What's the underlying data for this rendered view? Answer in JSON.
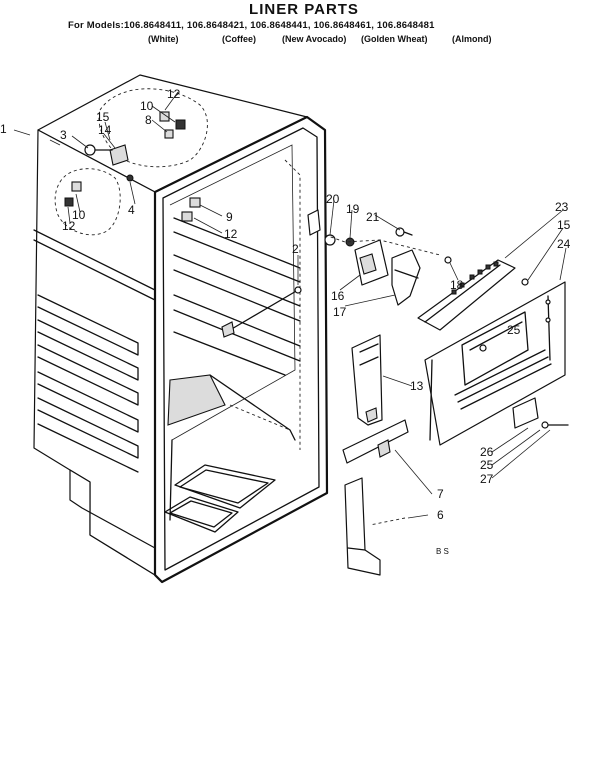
{
  "title": "LINER PARTS",
  "models_line": "For Models:106.8648411, 106.8648421, 106.8648441, 106.8648461, 106.8648481",
  "colors": [
    "(White)",
    "(Coffee)",
    "(New Avocado)",
    "(Golden Wheat)",
    "(Almond)"
  ],
  "part_labels": {
    "p1": "1",
    "p3": "3",
    "p15a": "15",
    "p14": "14",
    "p12a": "12",
    "p10a": "10",
    "p8": "8",
    "p4": "4",
    "p10b": "10",
    "p12b": "12",
    "p9": "9",
    "p12c": "12",
    "p2": "2",
    "p20": "20",
    "p19": "19",
    "p21": "21",
    "p16": "16",
    "p17": "17",
    "p18": "18",
    "p23": "23",
    "p15b": "15",
    "p24": "24",
    "p25a": "25",
    "p13": "13",
    "p26": "26",
    "p25b": "25",
    "p27": "27",
    "p7": "7",
    "p6": "6"
  },
  "footnote": "B S"
}
